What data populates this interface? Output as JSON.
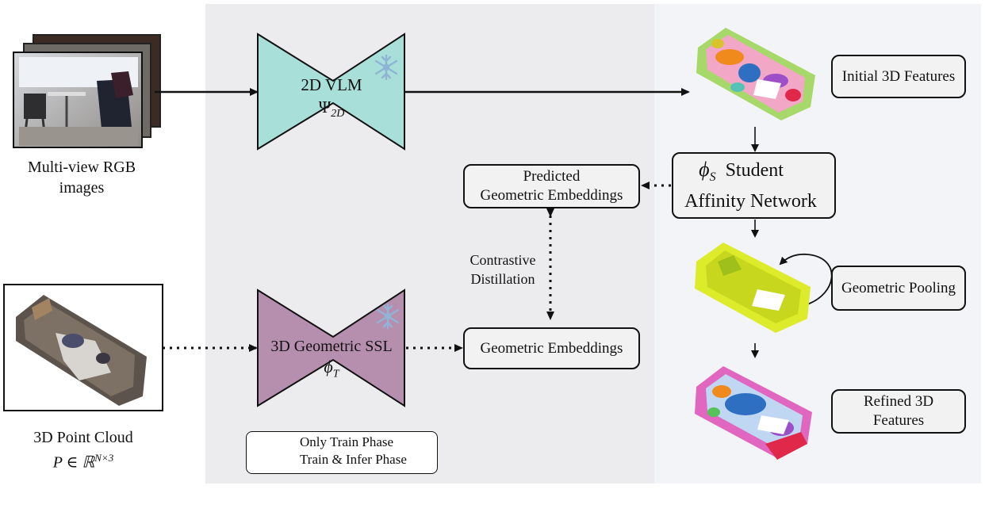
{
  "inputs": {
    "rgb_label_line1": "Multi-view RGB",
    "rgb_label_line2": "images",
    "pc_label_line1": "3D Point Cloud",
    "pc_label_math": "P ∈ ℝ",
    "pc_label_sup": "N×3"
  },
  "vlm": {
    "title": "2D VLM",
    "symbol": "Ψ",
    "subscript": "2D"
  },
  "ssl": {
    "title": "3D Geometric SSL",
    "symbol": "ϕ",
    "subscript": "T"
  },
  "boxes": {
    "initial_features": "Initial 3D Features",
    "predicted_line1": "Predicted",
    "predicted_line2": "Geometric Embeddings",
    "geometric_embeddings": "Geometric Embeddings",
    "student_symbol": "ϕ",
    "student_subscript": "S",
    "student_line1": "Student",
    "student_line2": "Affinity Network",
    "geometric_pooling": "Geometric Pooling",
    "refined_line1": "Refined 3D",
    "refined_line2": "Features"
  },
  "contrastive": {
    "line1": "Contrastive",
    "line2": "Distillation"
  },
  "legend": {
    "dotted": "Only Train Phase",
    "solid": "Train & Infer Phase"
  },
  "colors": {
    "vlm_fill": "#a9dfd9",
    "ssl_fill": "#b78fae",
    "flame": "#e8542a"
  }
}
